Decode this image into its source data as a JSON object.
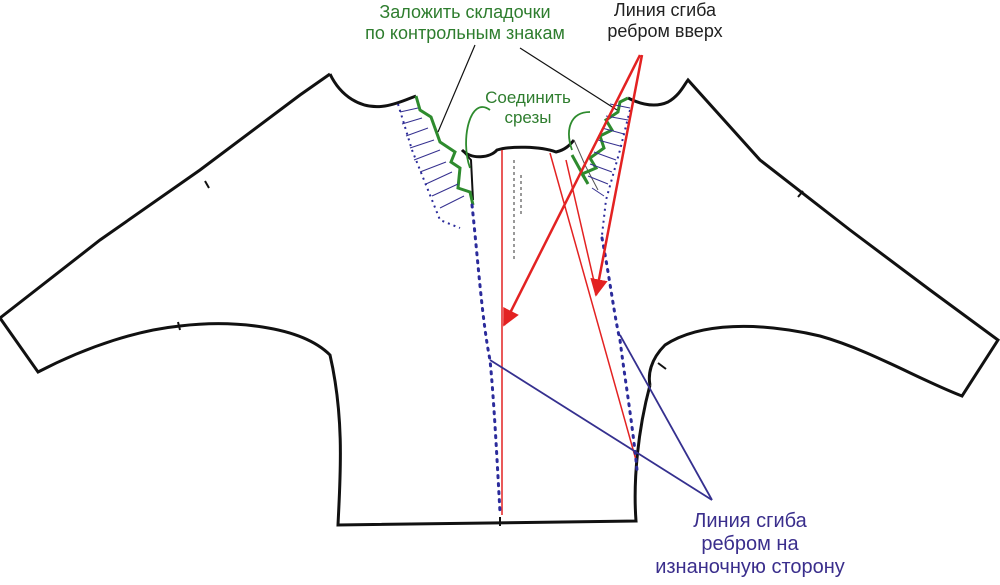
{
  "labels": {
    "pleats": {
      "line1": "Заложить складочки",
      "line2": "по контрольным знакам",
      "color": "#2e7d2e"
    },
    "join_edges": {
      "line1": "Соединить",
      "line2": "срезы",
      "color": "#2e7d2e"
    },
    "fold_rib_up": {
      "line1": "Линия сгиба",
      "line2": "ребром вверх",
      "color": "#222222"
    },
    "fold_rib_inside": {
      "line1": "Линия сгиба",
      "line2": "ребром на",
      "line3": "изнаночную сторону",
      "color": "#3a2e8c"
    }
  },
  "colors": {
    "outline": "#111111",
    "pleat_green": "#2e8b2e",
    "fold_red": "#e32222",
    "fold_blue": "#35308f",
    "dotted_blue": "#2b2b9b"
  }
}
